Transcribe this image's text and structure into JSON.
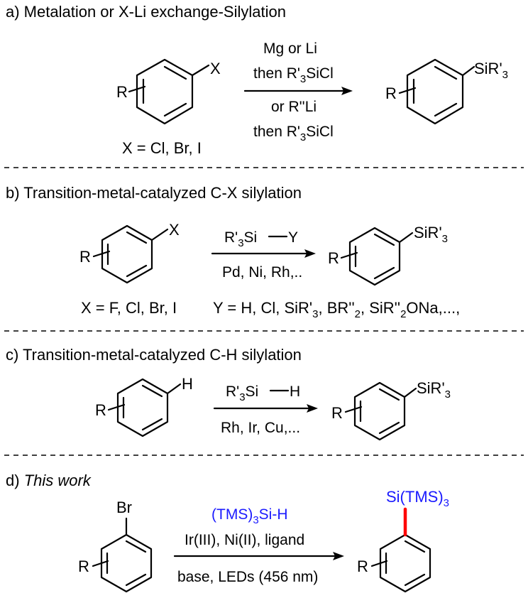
{
  "sections": {
    "a": {
      "title": "a) Metalation or X-Li exchange-Silylation",
      "sm_sub_R": "R",
      "sm_sub_X": "X",
      "cond_top_1": "Mg or Li",
      "cond_top_2a": "then R'",
      "cond_top_2b": "3",
      "cond_top_2c": "SiCl",
      "cond_bot_1": "or R''Li",
      "cond_bot_2a": "then R'",
      "cond_bot_2b": "3",
      "cond_bot_2c": "SiCl",
      "x_note": "X = Cl, Br, I",
      "prod_R": "R",
      "prod_Si_a": "SiR'",
      "prod_Si_b": "3"
    },
    "b": {
      "title": "b) Transition-metal-catalyzed C-X silylation",
      "sm_sub_R": "R",
      "sm_sub_X": "X",
      "reagent_a": "R'",
      "reagent_b": "3",
      "reagent_c": "Si",
      "reagent_d": "Y",
      "cond_bot": "Pd, Ni, Rh,..",
      "x_note": "X = F, Cl, Br, I",
      "y_note_a": "Y = H, Cl, SiR'",
      "y_note_b": "3",
      "y_note_c": ", BR''",
      "y_note_d": "2",
      "y_note_e": ", SiR''",
      "y_note_f": "2",
      "y_note_g": "ONa,...,",
      "prod_R": "R",
      "prod_Si_a": "SiR'",
      "prod_Si_b": "3"
    },
    "c": {
      "title": "c)  Transition-metal-catalyzed C-H silylation",
      "sm_sub_R": "R",
      "sm_sub_H": "H",
      "reagent_a": "R'",
      "reagent_b": "3",
      "reagent_c": "Si",
      "reagent_d": "H",
      "cond_bot": "Rh, Ir, Cu,...",
      "prod_R": "R",
      "prod_Si_a": "SiR'",
      "prod_Si_b": "3"
    },
    "d": {
      "title_a": "d) ",
      "title_b": "This work",
      "sm_sub_R": "R",
      "sm_sub_Br": "Br",
      "reagent_a": "(TMS)",
      "reagent_b": "3",
      "reagent_c": "Si-H",
      "cond_mid": "Ir(III), Ni(II), ligand",
      "cond_bot": "base, LEDs (456 nm)",
      "prod_R": "R",
      "prod_Si_a": "Si(TMS)",
      "prod_Si_b": "3"
    }
  },
  "colors": {
    "highlight_text": "#1a1aff",
    "highlight_bond": "#ff0000"
  }
}
